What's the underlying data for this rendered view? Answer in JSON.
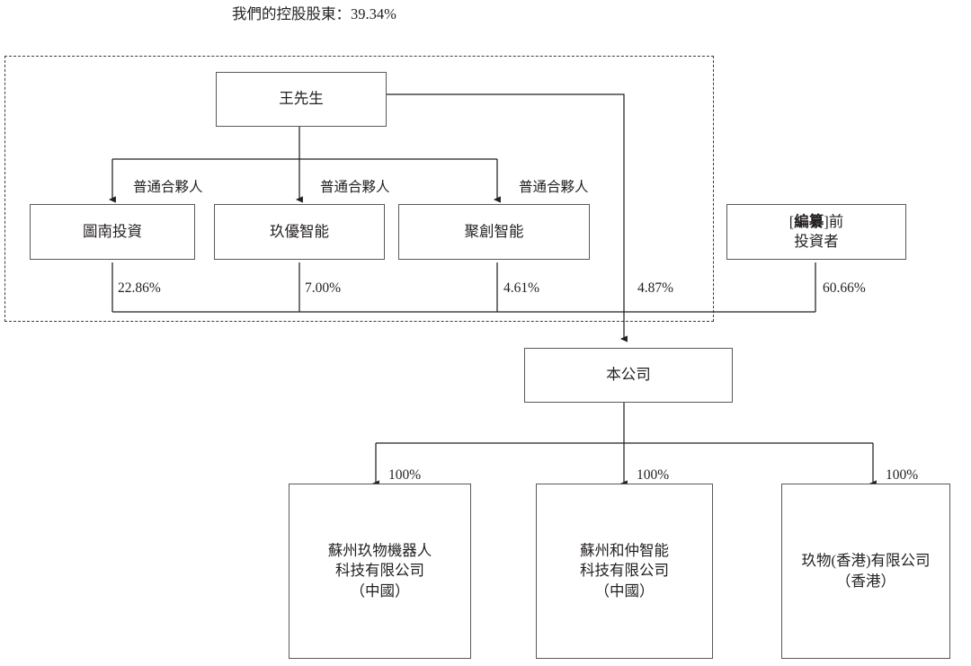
{
  "heading": {
    "text": "我們的控股股東：39.34%"
  },
  "nodes": {
    "controlling_person": {
      "label": "王先生"
    },
    "partner_1": {
      "label": "圖南投資"
    },
    "partner_2": {
      "label": "玖優智能"
    },
    "partner_3": {
      "label": "聚創智能"
    },
    "pre_ipo_investors": {
      "label_prefix": "[",
      "label_bold": "編纂",
      "label_suffix": "]前\n投資者"
    },
    "company": {
      "label": "本公司"
    },
    "sub_1": {
      "label": "蘇州玖物機器人\n科技有限公司\n（中國）"
    },
    "sub_2": {
      "label": "蘇州和仲智能\n科技有限公司\n（中國）"
    },
    "sub_3": {
      "label": "玖物(香港)有限公司\n（香港）"
    }
  },
  "edge_labels": {
    "gp_1": "普通合夥人",
    "gp_2": "普通合夥人",
    "gp_3": "普通合夥人",
    "pct_1": "22.86%",
    "pct_2": "7.00%",
    "pct_3": "4.61%",
    "pct_4": "4.87%",
    "pct_5": "60.66%",
    "sub_pct_1": "100%",
    "sub_pct_2": "100%",
    "sub_pct_3": "100%"
  },
  "colors": {
    "box_border": "#58595b",
    "line": "#231f20",
    "dashed_border": "#3b3b3b",
    "text": "#231f20",
    "background": "#ffffff"
  }
}
